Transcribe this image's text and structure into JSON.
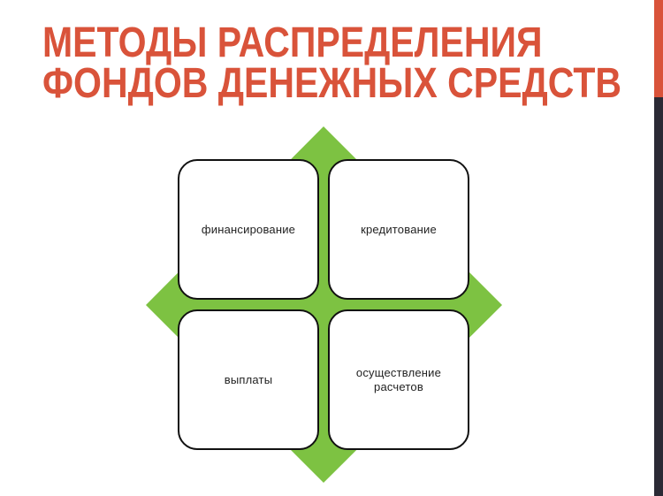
{
  "slide": {
    "title_lines": [
      "МЕТОДЫ РАСПРЕДЕЛЕНИЯ",
      "ФОНДОВ ДЕНЕЖНЫХ СРЕДСТВ"
    ],
    "colors": {
      "title": "#D9533A",
      "accent_bar": "#D9533A",
      "dark_bar": "#2B2A35",
      "diamond": "#7DC242",
      "card_border": "#111111",
      "card_text": "#222222"
    }
  },
  "diagram": {
    "type": "matrix-with-diamond-background",
    "cards": [
      {
        "position": "top-left",
        "label": "финансирование"
      },
      {
        "position": "top-right",
        "label": "кредитование"
      },
      {
        "position": "bottom-left",
        "label": "выплаты"
      },
      {
        "position": "bottom-right",
        "label": "осуществление\nрасчетов"
      }
    ]
  }
}
